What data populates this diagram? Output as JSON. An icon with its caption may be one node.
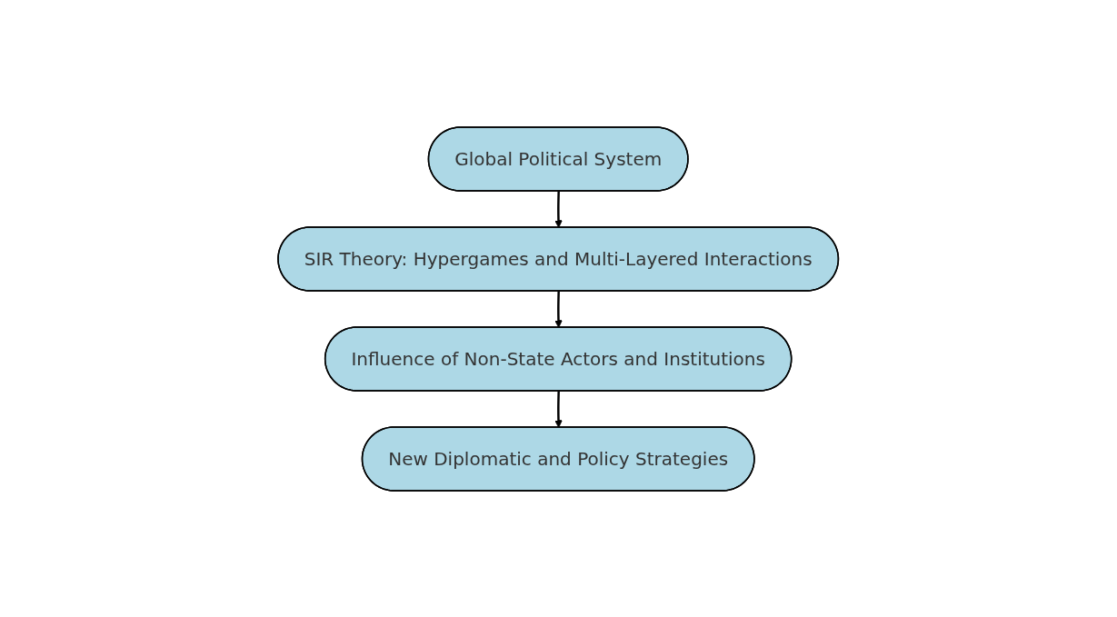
{
  "diagram": {
    "nodes": [
      {
        "text": [
          "Global Political System"
        ]
      },
      {
        "text": [
          "SIR Theory: Hypergames and Multi-Layered Interactions"
        ]
      },
      {
        "text": [
          "Influence of Non-State Actors and Institutions"
        ]
      },
      {
        "text": [
          "New Diplomatic and Policy Strategies"
        ]
      }
    ],
    "edges": [
      {
        "from": 0,
        "to": 1,
        "arrow": "to"
      },
      {
        "from": 1,
        "to": 2,
        "arrow": "to"
      },
      {
        "from": 2,
        "to": 3,
        "arrow": "to"
      }
    ]
  }
}
